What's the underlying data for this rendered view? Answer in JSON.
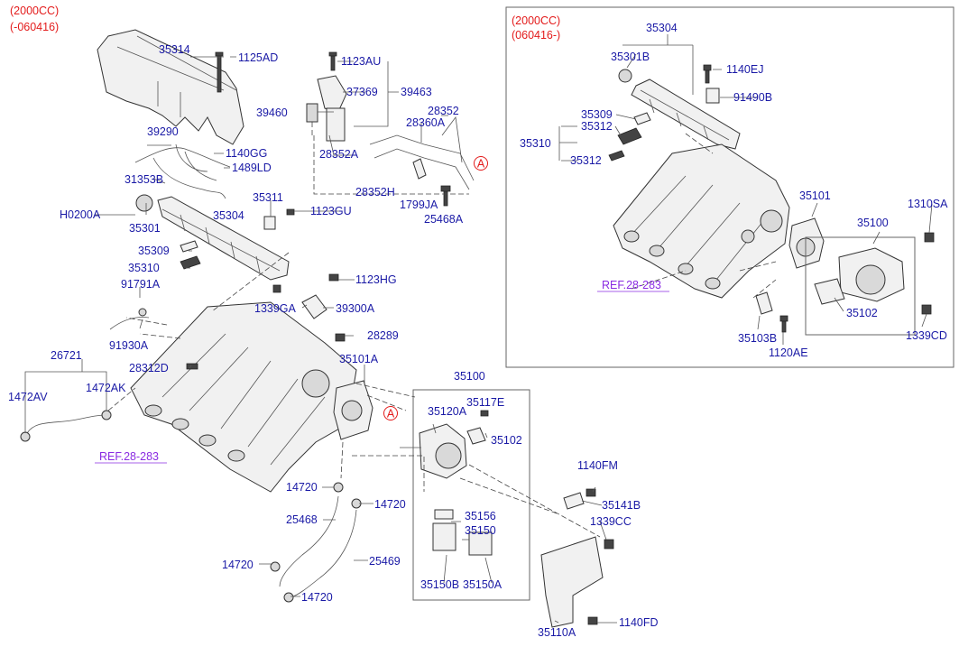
{
  "notes": {
    "left_top_line1": "(2000CC)",
    "left_top_line2": "(-060416)",
    "inset_line1": "(2000CC)",
    "inset_line2": "(060416-)",
    "marker": "A"
  },
  "refs": {
    "left": "REF.28-283",
    "inset": "REF.28-283"
  },
  "labels": {
    "p35314": "35314",
    "p1125AD": "1125AD",
    "p1123AU": "1123AU",
    "p37369": "37369",
    "p39463": "39463",
    "p39460": "39460",
    "p28352": "28352",
    "p28360A": "28360A",
    "p28352A": "28352A",
    "p39290": "39290",
    "p1140GG": "1140GG",
    "p1489LD": "1489LD",
    "p31353B": "31353B",
    "p28352H": "28352H",
    "p1799JA": "1799JA",
    "p25468A": "25468A",
    "pH0200A": "H0200A",
    "p35301": "35301",
    "p35304": "35304",
    "p35311": "35311",
    "p1123GU": "1123GU",
    "p35309": "35309",
    "p35310": "35310",
    "p91791A": "91791A",
    "p1123HG": "1123HG",
    "p1339GA": "1339GA",
    "p39300A": "39300A",
    "p91930A": "91930A",
    "p28289": "28289",
    "p26721": "26721",
    "p28312D": "28312D",
    "p35101A": "35101A",
    "p1472AV": "1472AV",
    "p1472AK": "1472AK",
    "p35100": "35100",
    "p35117E": "35117E",
    "p35120A": "35120A",
    "p35102": "35102",
    "p1140FM": "1140FM",
    "p14720a": "14720",
    "p14720b": "14720",
    "p35141B": "35141B",
    "p25468": "25468",
    "p35156": "35156",
    "p35150": "35150",
    "p1339CC": "1339CC",
    "p14720c": "14720",
    "p25469": "25469",
    "p35150B": "35150B",
    "p35150A": "35150A",
    "p14720d": "14720",
    "p35110A": "35110A",
    "p1140FD": "1140FD"
  },
  "inset_labels": {
    "p35304": "35304",
    "p35301B": "35301B",
    "p1140EJ": "1140EJ",
    "p91490B": "91490B",
    "p35309": "35309",
    "p35312a": "35312",
    "p35310": "35310",
    "p35312b": "35312",
    "p35101": "35101",
    "p1310SA": "1310SA",
    "p35100": "35100",
    "p35102": "35102",
    "p35103B": "35103B",
    "p1120AE": "1120AE",
    "p1339CD": "1339CD"
  },
  "colors": {
    "part_number": "#1a1aa6",
    "note": "#e31b1b",
    "reference": "#8a2be2"
  }
}
